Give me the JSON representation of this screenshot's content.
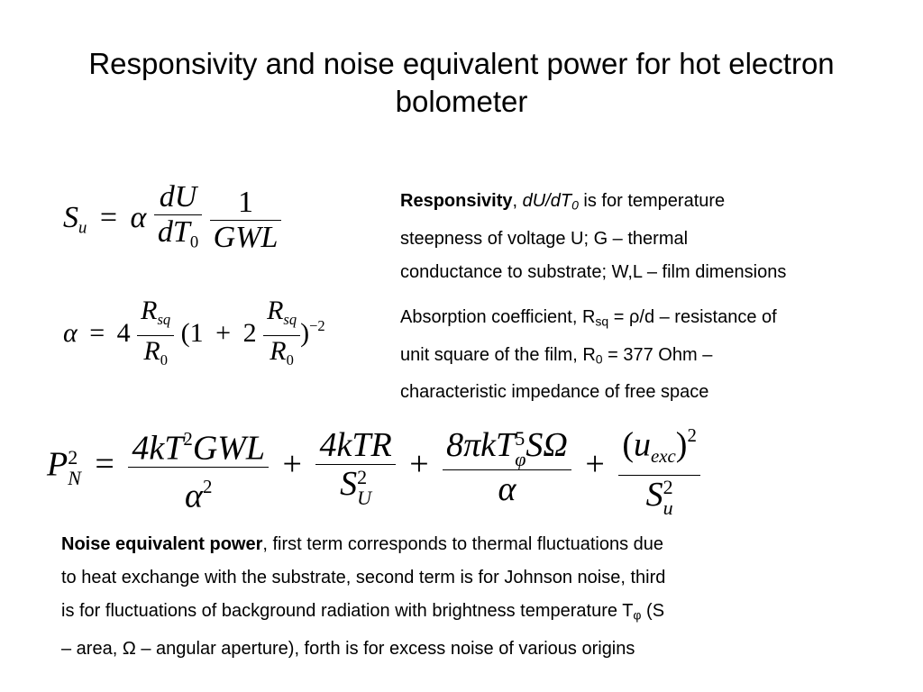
{
  "slide": {
    "title": "Responsivity and noise equivalent power for hot electron bolometer"
  },
  "responsivity_note": {
    "term": "Responsivity",
    "sep": ", ",
    "symbol": "dU/dT",
    "symbol_sub": "0",
    "rest_line1": " is for temperature",
    "rest_line2": "steepness of voltage U; G – thermal",
    "rest_line3": "conductance to substrate; W,L – film dimensions"
  },
  "absorption_note": {
    "lead": "Absorption coefficient, R",
    "r_sub": "sq",
    "rho_part": " = ρ/d – resistance of",
    "line2_lead": "unit square of the film, R",
    "r0_sub": "0",
    "line2_rest": " = 377 Ohm –",
    "line3": "characteristic impedance of free space"
  },
  "nep_note": {
    "term": "Noise equivalent power",
    "line1": ", first term corresponds to thermal fluctuations due",
    "line2": "to heat exchange with the substrate, second term is for Johnson noise, third",
    "line3_lead": "is for fluctuations of background radiation with brightness temperature T",
    "t_sub": "φ",
    "line3_tail": " (S",
    "line4": "– area, Ω – angular aperture), forth is for excess noise of various origins"
  },
  "equations": {
    "responsivity": {
      "S": "S",
      "u": "u",
      "eq": "=",
      "alpha": "α",
      "num1": "dU",
      "den1": "dT",
      "den1_sub": "0",
      "num2": "1",
      "den2": "GWL"
    },
    "absorption": {
      "alpha": "α",
      "eq": "=",
      "four": "4",
      "R": "R",
      "sq": "sq",
      "zero": "0",
      "open": "(1",
      "plus": "+",
      "two": "2",
      "close": ")",
      "exp": "−2"
    },
    "nep": {
      "P": "P",
      "sup2": "2",
      "subN": "N",
      "eq": "=",
      "t1_num": "4kT",
      "t1_num_sup": "2",
      "t1_num_tail": "GWL",
      "t1_den": "α",
      "t1_den_sup": "2",
      "plus": "+",
      "t2_num": "4kTR",
      "t2_den": "S",
      "t2_den_sup": "2",
      "t2_den_sub": "U",
      "t3_num_a": "8πkT",
      "t3_num_sup": "5",
      "t3_num_sub": "φ",
      "t3_num_b": "SΩ",
      "t3_den": "α",
      "t4_num_open": "(",
      "t4_num_u": "u",
      "t4_num_sub": "exc",
      "t4_num_close": ")",
      "t4_num_sup": "2",
      "t4_den": "S",
      "t4_den_sup": "2",
      "t4_den_sub": "u"
    }
  }
}
